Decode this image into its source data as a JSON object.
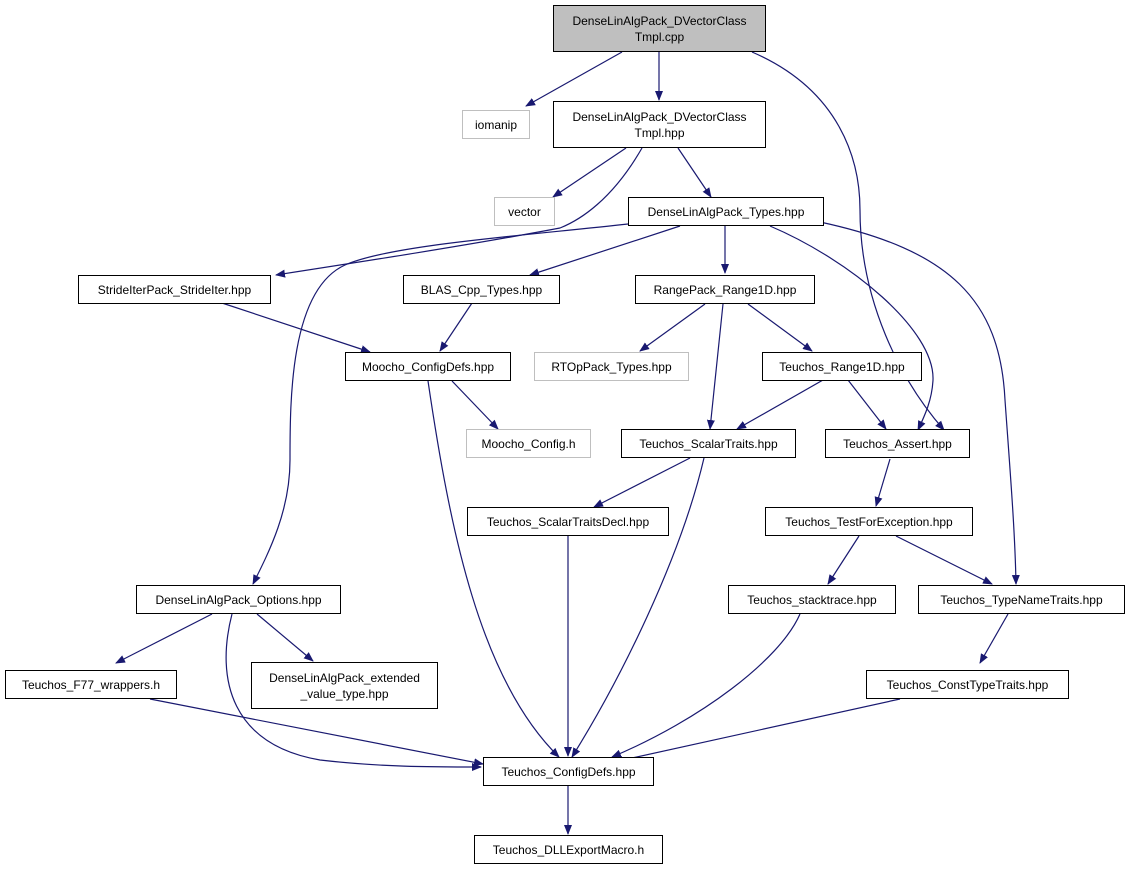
{
  "colors": {
    "edge": "#191970",
    "node_border": "#000000",
    "ext_border": "#bfbfbf",
    "root_fill": "#bfbfbf"
  },
  "nodes": {
    "root": "DenseLinAlgPack_DVectorClass\nTmpl.cpp",
    "iomanip": "iomanip",
    "dvec_hpp": "DenseLinAlgPack_DVectorClass\nTmpl.hpp",
    "vector": "vector",
    "types": "DenseLinAlgPack_Types.hpp",
    "strideiter": "StrideIterPack_StrideIter.hpp",
    "blas": "BLAS_Cpp_Types.hpp",
    "range": "RangePack_Range1D.hpp",
    "moocho_defs": "Moocho_ConfigDefs.hpp",
    "rtop": "RTOpPack_Types.hpp",
    "t_range": "Teuchos_Range1D.hpp",
    "moocho_cfg": "Moocho_Config.h",
    "scalar": "Teuchos_ScalarTraits.hpp",
    "assert": "Teuchos_Assert.hpp",
    "scalar_decl": "Teuchos_ScalarTraitsDecl.hpp",
    "testexc": "Teuchos_TestForException.hpp",
    "options": "DenseLinAlgPack_Options.hpp",
    "stack": "Teuchos_stacktrace.hpp",
    "typename": "Teuchos_TypeNameTraits.hpp",
    "f77": "Teuchos_F77_wrappers.h",
    "extended": "DenseLinAlgPack_extended\n_value_type.hpp",
    "consttype": "Teuchos_ConstTypeTraits.hpp",
    "config": "Teuchos_ConfigDefs.hpp",
    "dll": "Teuchos_DLLExportMacro.h"
  }
}
